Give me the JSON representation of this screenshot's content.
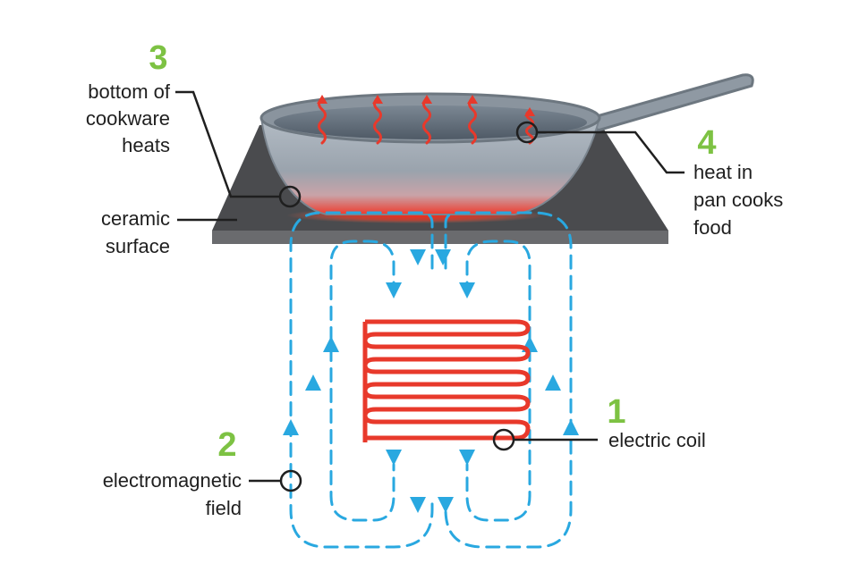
{
  "colors": {
    "number": "#7dc243",
    "field": "#29a8e0",
    "coil": "#e8392b",
    "heat": "#e8392b",
    "surface": "#5c5d60",
    "pan": "#9aa3ad",
    "leader": "#1f1f1f"
  },
  "steps": [
    {
      "number": "1",
      "label_lines": [
        "electric coil"
      ]
    },
    {
      "number": "2",
      "label_lines": [
        "electromagnetic",
        "field"
      ]
    },
    {
      "number": "3",
      "label_lines": [
        "bottom of",
        "cookware",
        "heats"
      ]
    },
    {
      "number": "4",
      "label_lines": [
        "heat in",
        "pan cooks",
        "food"
      ]
    }
  ],
  "surface_label_lines": [
    "ceramic",
    "surface"
  ]
}
